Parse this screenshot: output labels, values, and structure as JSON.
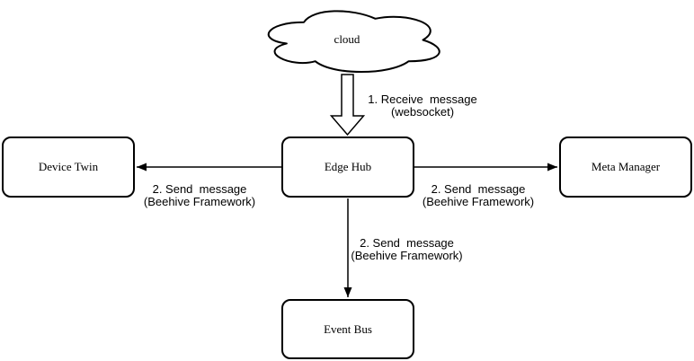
{
  "diagram": {
    "nodes": {
      "cloud": {
        "label": "cloud"
      },
      "edge_hub": {
        "label": "Edge Hub"
      },
      "device_twin": {
        "label": "Device Twin"
      },
      "meta_manager": {
        "label": "Meta Manager"
      },
      "event_bus": {
        "label": "Event Bus"
      }
    },
    "edges": {
      "receive": {
        "line1": "1. Receive  message",
        "line2": "(websocket)"
      },
      "send_device_twin": {
        "line1": "2. Send  message",
        "line2": "(Beehive Framework)"
      },
      "send_meta_manager": {
        "line1": "2. Send  message",
        "line2": "(Beehive Framework)"
      },
      "send_event_bus": {
        "line1": "2. Send  message",
        "line2": "(Beehive Framework)"
      }
    },
    "colors": {
      "stroke": "#000000",
      "fill": "#ffffff",
      "background": "#ffffff"
    }
  }
}
